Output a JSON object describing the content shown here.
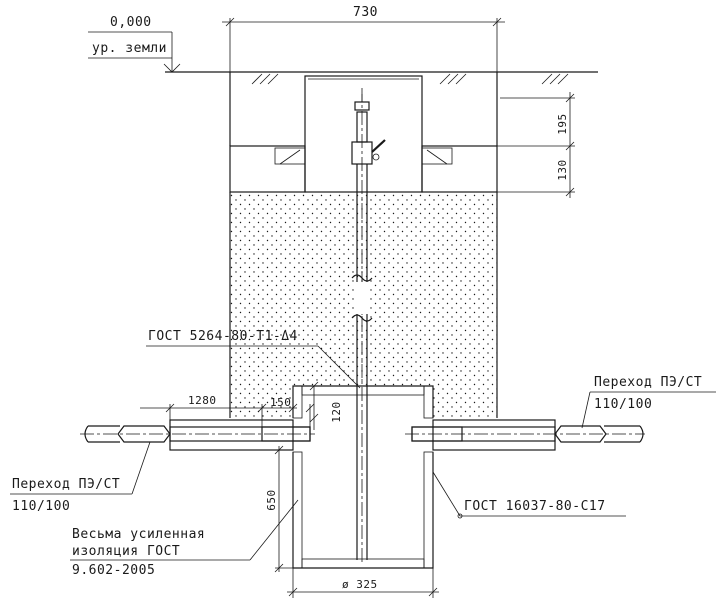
{
  "ground": {
    "level_value": "0,000",
    "level_label": "ур. земли"
  },
  "dimensions": {
    "width_top": "730",
    "height_upper": "195",
    "height_slab": "130",
    "pipe_length": "1280",
    "pipe_offset": "150",
    "steel_height": "120",
    "case_height": "650",
    "diameter": "ø 325"
  },
  "labels": {
    "gost_pipe": "ГОСТ 5264-80-Т1-Δ4",
    "gost_case": "ГОСТ 16037-80-С17",
    "transition_right_1": "Переход ПЭ/СТ",
    "transition_right_2": "110/100",
    "transition_left_1": "Переход ПЭ/СТ",
    "transition_left_2": "110/100",
    "insulation_1": "Весьма усиленная",
    "insulation_2": "изоляция ГОСТ",
    "insulation_3": "9.602-2005"
  },
  "colors": {
    "line": "#1a1a1a",
    "background": "#ffffff"
  }
}
